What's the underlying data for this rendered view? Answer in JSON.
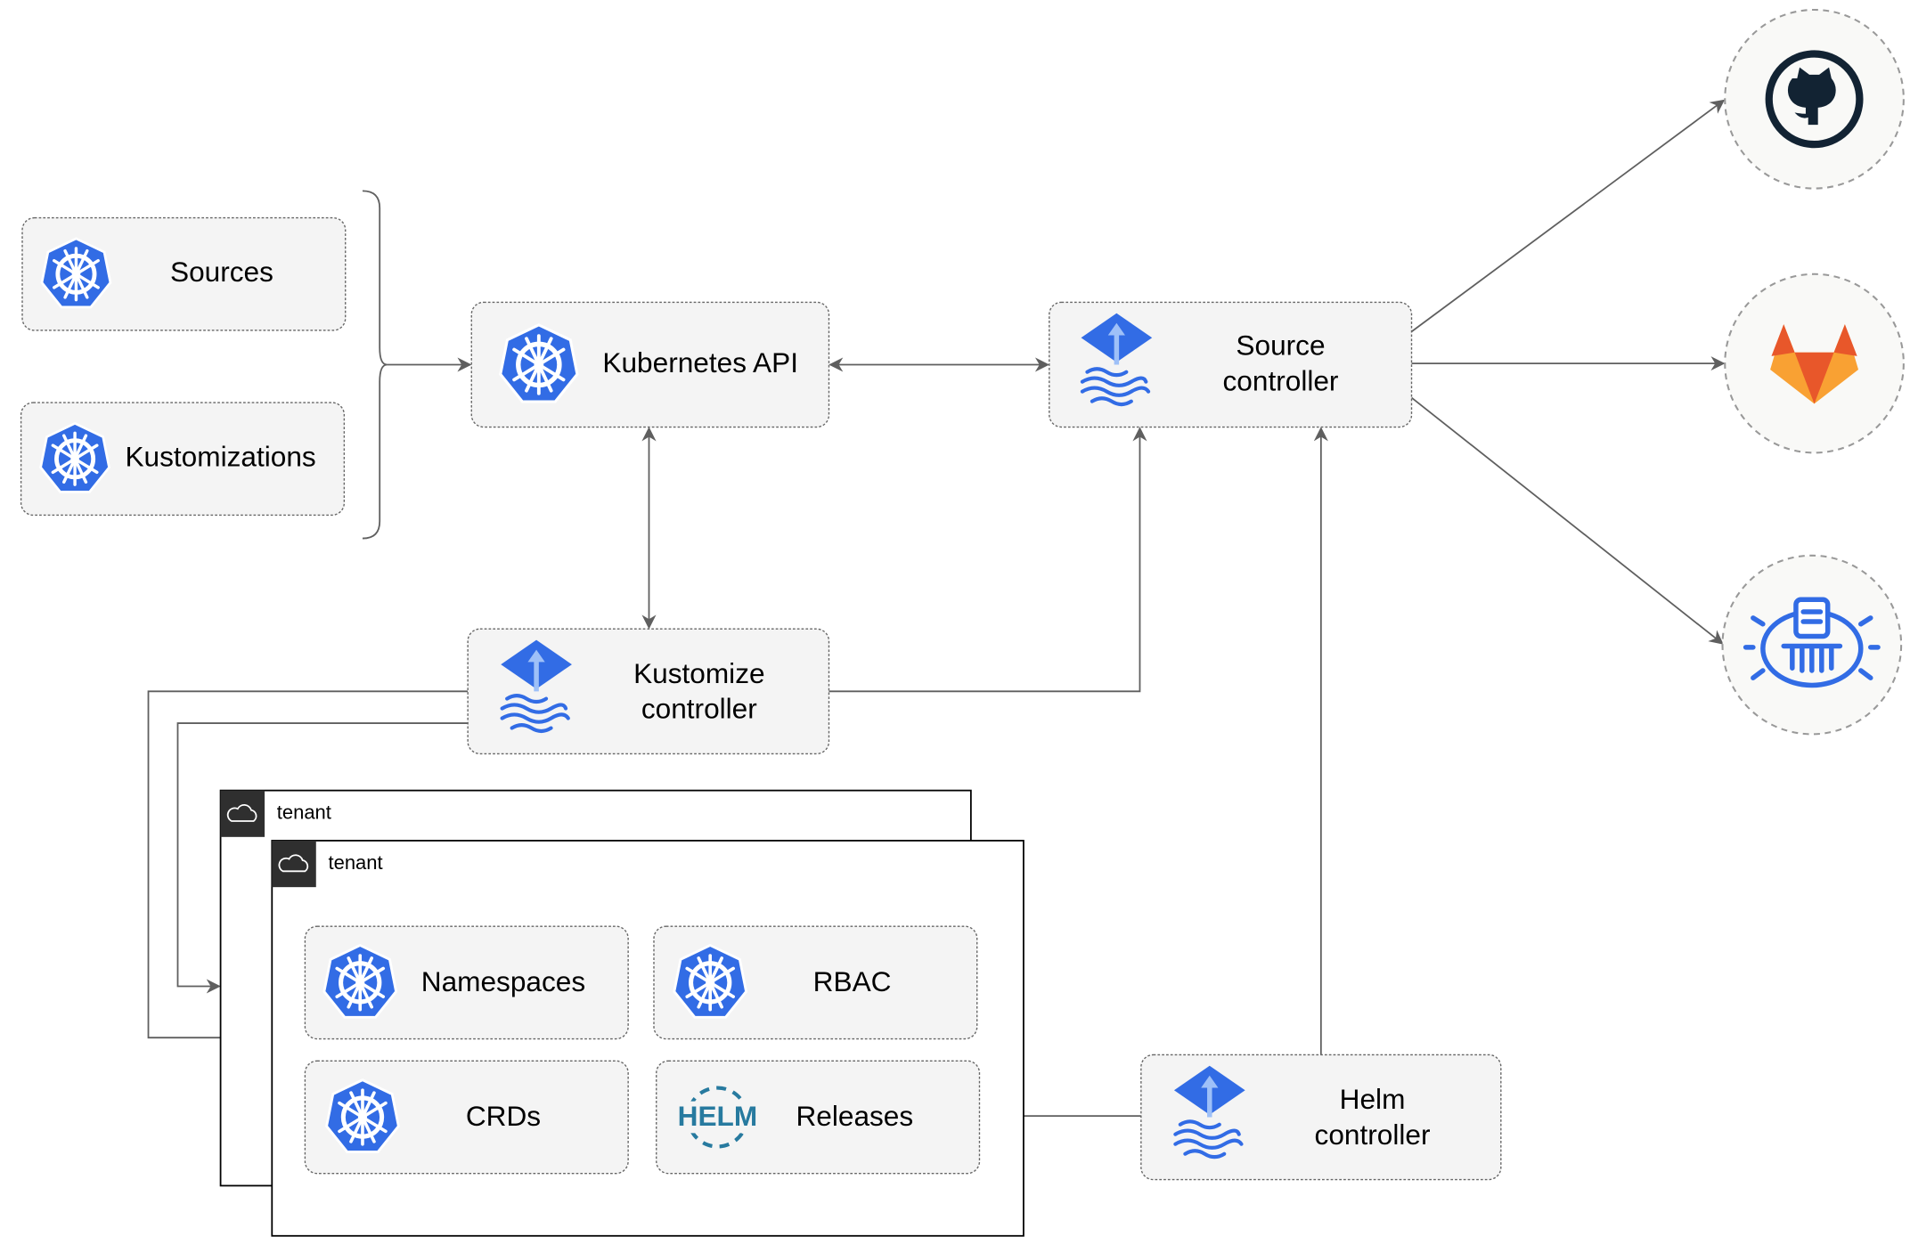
{
  "nodes": {
    "sources": "Sources",
    "kustomizations": "Kustomizations",
    "kubernetes_api": "Kubernetes API",
    "source_controller": [
      "Source",
      "controller"
    ],
    "kustomize_controller": [
      "Kustomize",
      "controller"
    ],
    "helm_controller": [
      "Helm",
      "controller"
    ],
    "namespaces": "Namespaces",
    "rbac": "RBAC",
    "crds": "CRDs",
    "releases": "Releases"
  },
  "tenants": [
    "tenant",
    "tenant"
  ],
  "icons": {
    "kubernetes": "kubernetes-helm-wheel-icon",
    "flux": "flux-icon",
    "helm": "HELM",
    "external": [
      "github-icon",
      "gitlab-icon",
      "bucket-icon"
    ]
  },
  "colors": {
    "k8s_blue": "#326CE5",
    "helm_blue": "#277A9F",
    "github_dark": "#122333",
    "gitlab_orange": "#E8572A",
    "gitlab_yellow": "#F9A133"
  }
}
